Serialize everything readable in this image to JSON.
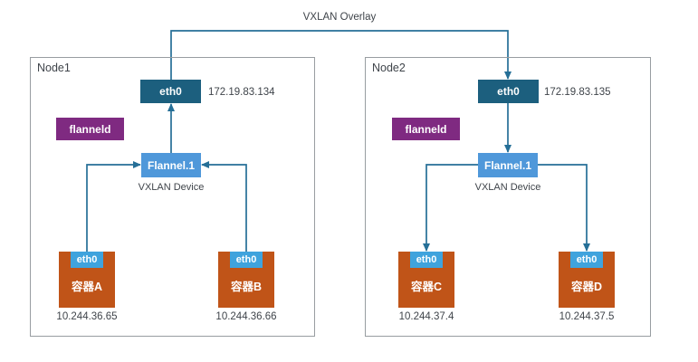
{
  "overlay": {
    "label": "VXLAN Overlay"
  },
  "colors": {
    "eth0_host": "#1c5f7e",
    "flanneld": "#7f2a81",
    "flannel1": "#4f98da",
    "container": "#c05418",
    "container_eth": "#3fa3dd",
    "edge": "#256f97",
    "node_border": "#989da1",
    "text": "#3f444a"
  },
  "nodes": [
    {
      "label": "Node1",
      "eth0": {
        "label": "eth0",
        "ip": "172.19.83.134"
      },
      "flanneld_label": "flanneld",
      "flannel1": {
        "label": "Flannel.1",
        "caption": "VXLAN Device"
      },
      "containers": [
        {
          "eth_label": "eth0",
          "name": "容器A",
          "ip": "10.244.36.65"
        },
        {
          "eth_label": "eth0",
          "name": "容器B",
          "ip": "10.244.36.66"
        }
      ]
    },
    {
      "label": "Node2",
      "eth0": {
        "label": "eth0",
        "ip": "172.19.83.135"
      },
      "flanneld_label": "flanneld",
      "flannel1": {
        "label": "Flannel.1",
        "caption": "VXLAN Device"
      },
      "containers": [
        {
          "eth_label": "eth0",
          "name": "容器C",
          "ip": "10.244.37.4"
        },
        {
          "eth_label": "eth0",
          "name": "容器D",
          "ip": "10.244.37.5"
        }
      ]
    }
  ]
}
